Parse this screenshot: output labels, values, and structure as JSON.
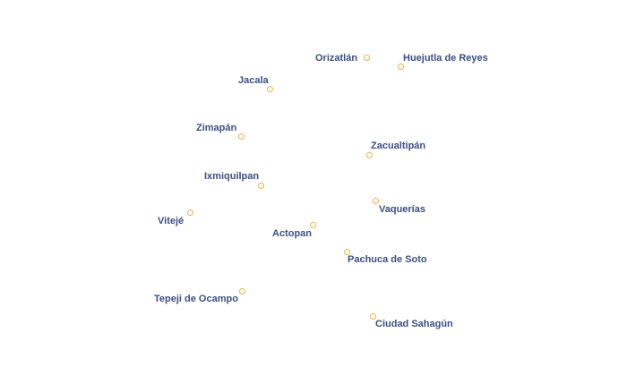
{
  "map": {
    "marker_color": "#e8b34a",
    "label_color": "#3b4f82",
    "places": [
      {
        "name": "Orizatlán"
      },
      {
        "name": "Huejutla de Reyes"
      },
      {
        "name": "Jacala"
      },
      {
        "name": "Zimapán"
      },
      {
        "name": "Zacualtipán"
      },
      {
        "name": "Ixmiquilpan"
      },
      {
        "name": "Vitejé"
      },
      {
        "name": "Vaquerías"
      },
      {
        "name": "Actopan"
      },
      {
        "name": "Pachuca de Soto"
      },
      {
        "name": "Tepeji de Ocampo"
      },
      {
        "name": "Ciudad Sahagún"
      }
    ]
  }
}
